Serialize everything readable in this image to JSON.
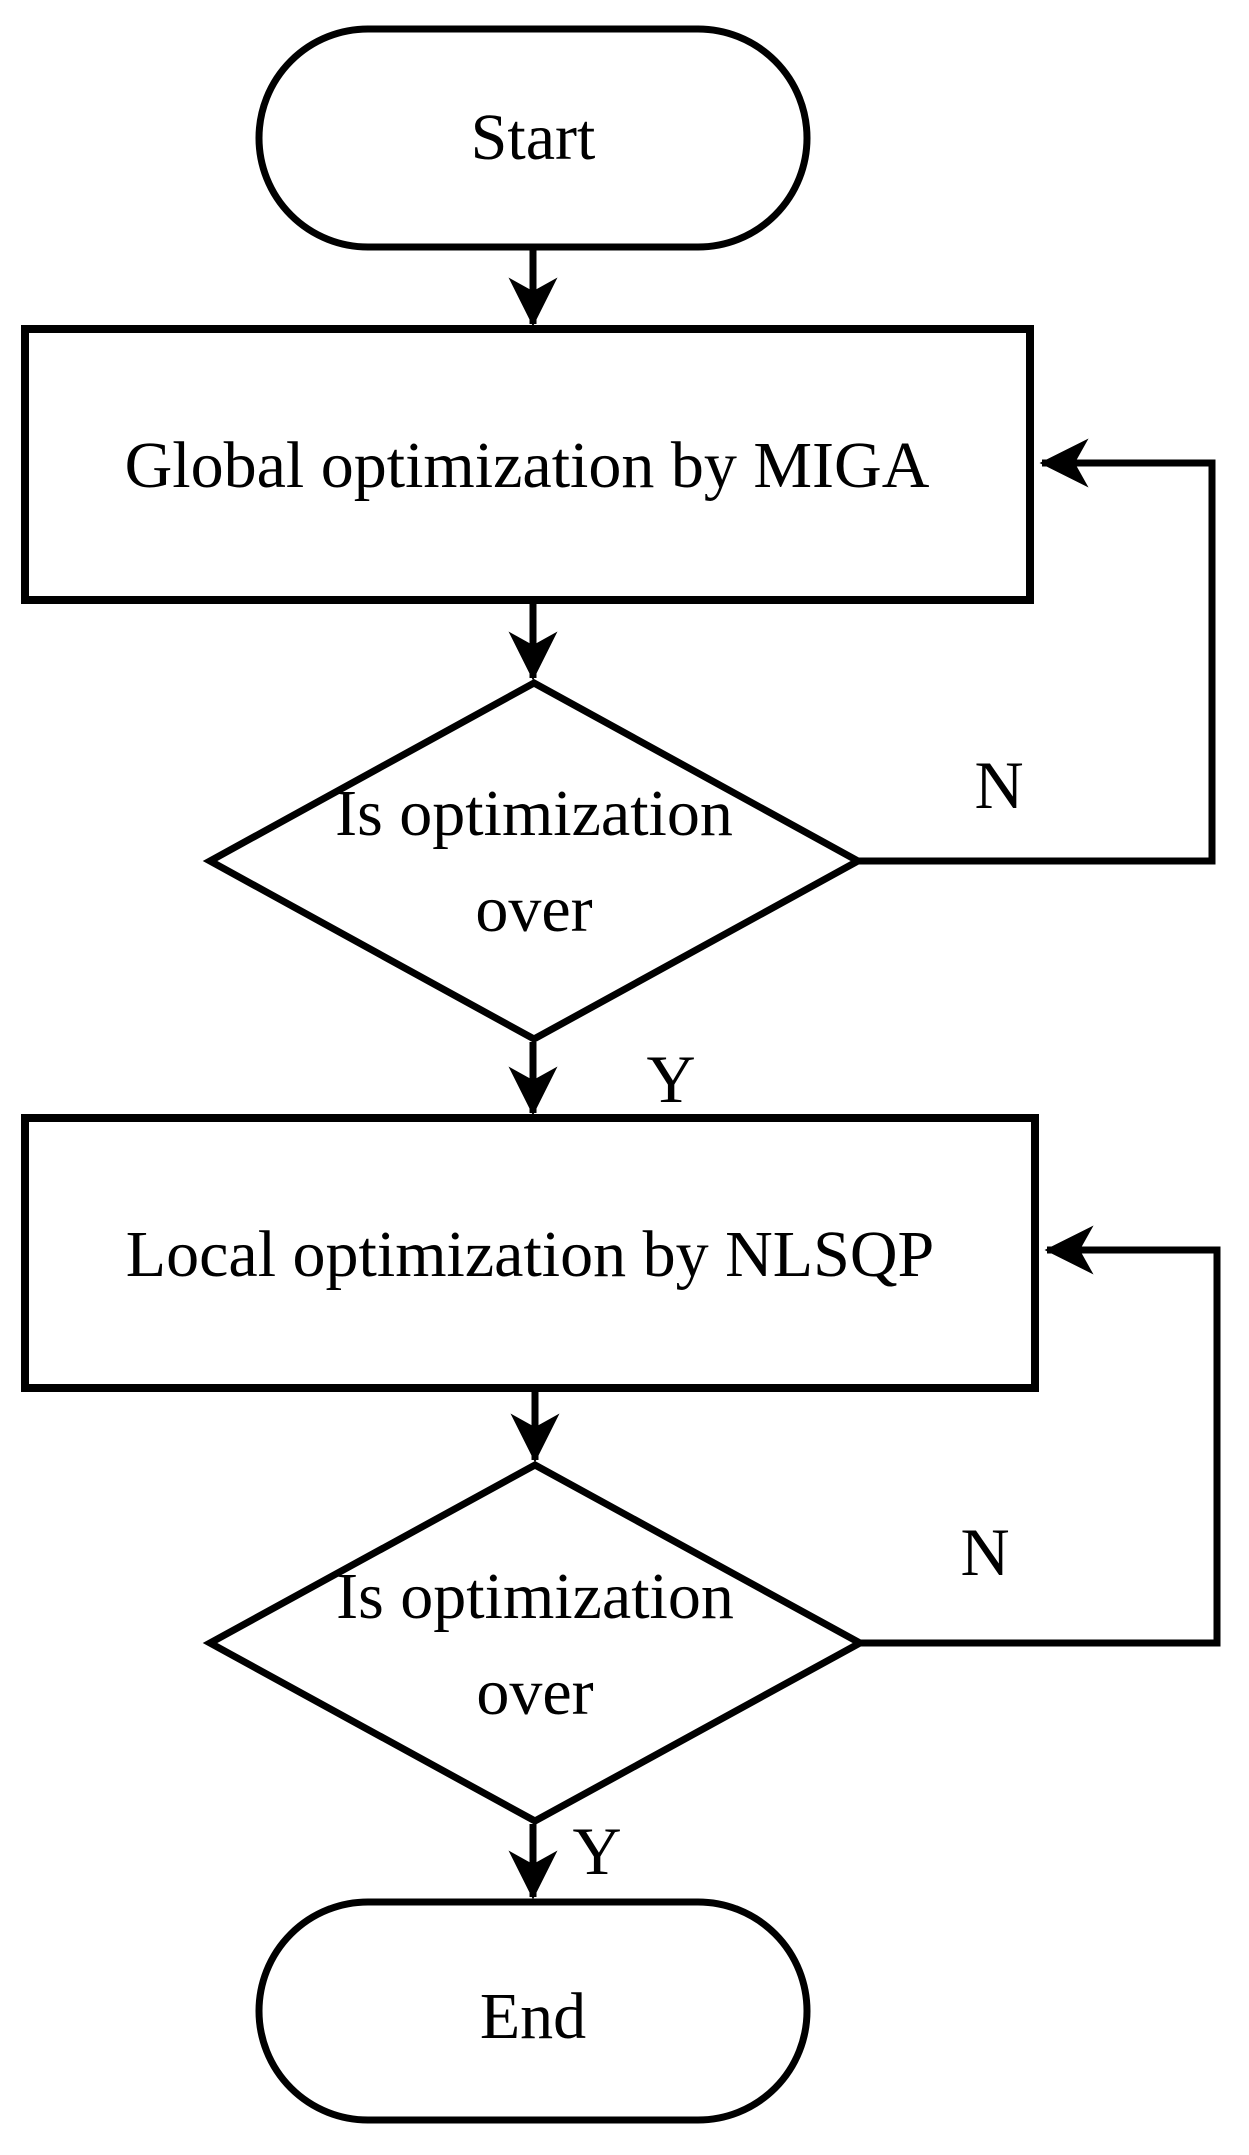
{
  "diagram": {
    "background": "#ffffff",
    "stroke_color": "#000000",
    "nodes": {
      "start": {
        "type": "terminator",
        "label": "Start"
      },
      "global_optimization": {
        "type": "process",
        "label": "Global optimization by MIGA"
      },
      "decision_1": {
        "type": "decision",
        "label_line_1": "Is optimization",
        "label_line_2": "over"
      },
      "local_optimization": {
        "type": "process",
        "label": "Local optimization by NLSQP"
      },
      "decision_2": {
        "type": "decision",
        "label_line_1": "Is optimization",
        "label_line_2": "over"
      },
      "end": {
        "type": "terminator",
        "label": "End"
      }
    },
    "edges": {
      "decision_1_no_label": "N",
      "decision_1_yes_label": "Y",
      "decision_2_no_label": "N",
      "decision_2_yes_label": "Y"
    }
  }
}
